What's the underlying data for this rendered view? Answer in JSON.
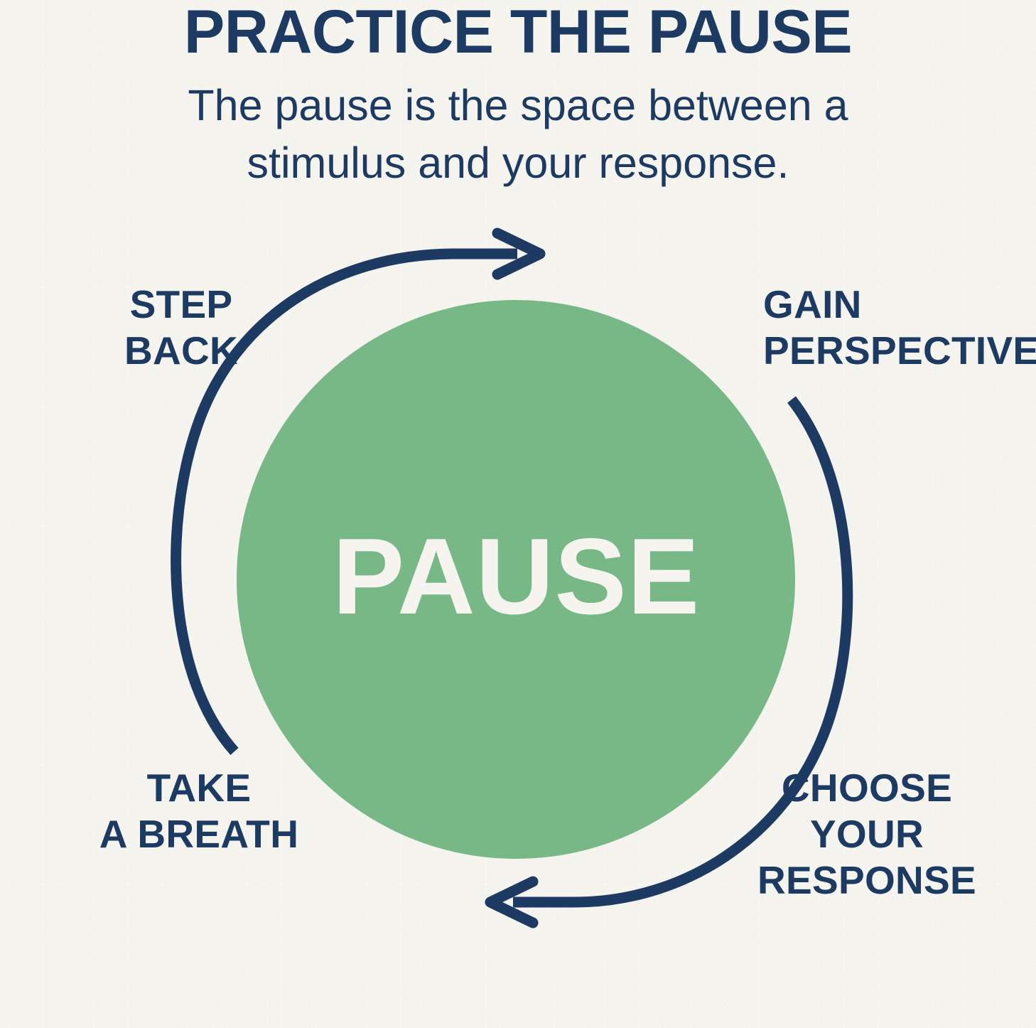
{
  "page": {
    "title": "PRACTICE THE PAUSE",
    "subtitle": "The pause is the space between a stimulus and your response."
  },
  "colors": {
    "background": "#f5f4ef",
    "navy": "#1d3a63",
    "green": "#78b887",
    "center_text": "#f5f4ef"
  },
  "diagram": {
    "type": "cycle",
    "center_label": "PAUSE",
    "steps": [
      {
        "id": "step-back",
        "label": "STEP\nBACK",
        "position": "top-left"
      },
      {
        "id": "gain",
        "label": "GAIN\nPERSPECTIVE",
        "position": "top-right"
      },
      {
        "id": "response",
        "label": "CHOOSE\nYOUR\nRESPONSE",
        "position": "bottom-right"
      },
      {
        "id": "breath",
        "label": "TAKE\nA BREATH",
        "position": "bottom-left"
      }
    ],
    "arrows": [
      {
        "id": "arrow-top",
        "direction": "clockwise-right",
        "from": "bottom-left-arc",
        "to": "top-center"
      },
      {
        "id": "arrow-bottom",
        "direction": "clockwise-left",
        "from": "top-right-arc",
        "to": "bottom-center"
      }
    ]
  }
}
